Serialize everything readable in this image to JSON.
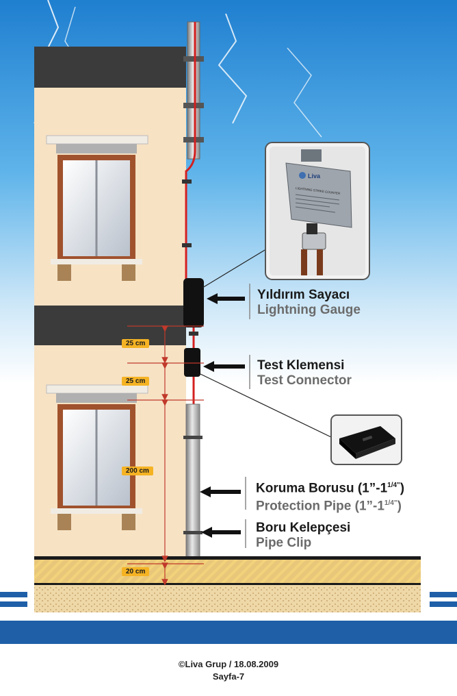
{
  "labels": {
    "lightning_gauge": {
      "tr": "Yıldırım Sayacı",
      "en": "Lightning Gauge"
    },
    "test_connector": {
      "tr": "Test Klemensi",
      "en": "Test Connector"
    },
    "protection_pipe": {
      "tr": "Koruma Borusu (1”-1",
      "tr_sup": "1/4\"",
      "tr_end": ")",
      "en": "Protection Pipe (1”-1",
      "en_sup": "1/4\"",
      "en_end": ")"
    },
    "pipe_clip": {
      "tr": "Boru Kelepçesi",
      "en": "Pipe Clip"
    }
  },
  "dimensions": {
    "d1": "25 cm",
    "d2": "25 cm",
    "d3": "200 cm",
    "d4": "20 cm"
  },
  "device_plate": {
    "brand": "Liva",
    "title": "LIGHTNING STRIKE COUNTER"
  },
  "footer": {
    "copyright": "©Liva Grup / 18.08.2009",
    "page": "Sayfa-7"
  },
  "colors": {
    "sky": "#4aa3e0",
    "wall": "#f7e2c4",
    "roof": "#3b3b3b",
    "conductor": "#d42020",
    "ground": "#e8c77a",
    "base_stripe": "#1f5fa8",
    "dim_tag": "#f5b324"
  }
}
